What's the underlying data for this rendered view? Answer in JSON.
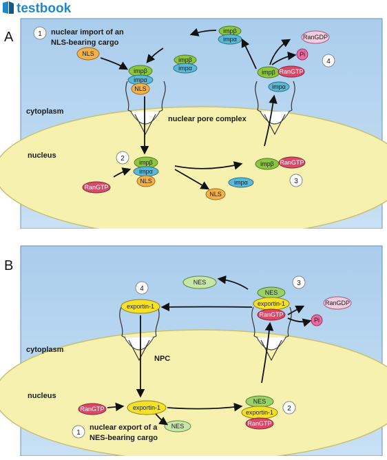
{
  "brand": {
    "name": "testbook",
    "color": "#1e88c8"
  },
  "colors": {
    "cytoplasm": "#b8d6f0",
    "nucleus": "#f7f1b0",
    "impb": "#8cc63f",
    "impa": "#5bb8d6",
    "nls": "#f3b14a",
    "rangtp": "#d94a6a",
    "rangdp": "#f2cde0",
    "exportin": "#f5e12a",
    "nes": "#9bd16b"
  },
  "panel_a": {
    "letter": "A",
    "step1_num": "1",
    "step2_num": "2",
    "step3_num": "3",
    "step4_num": "4",
    "title_line1": "nuclear import of an",
    "title_line2": "NLS-bearing cargo",
    "cytoplasm": "cytoplasm",
    "nucleus": "nucleus",
    "npc": "nuclear pore complex",
    "impb": "impβ",
    "impa": "impα",
    "nls": "NLS",
    "rangtp": "RanGTP",
    "rangdp": "RanGDP",
    "pi": "Pi"
  },
  "panel_b": {
    "letter": "B",
    "step1_num": "1",
    "step2_num": "2",
    "step3_num": "3",
    "step4_num": "4",
    "title_line1": "nuclear export of a",
    "title_line2": "NES-bearing cargo",
    "cytoplasm": "cytoplasm",
    "nucleus": "nucleus",
    "npc": "NPC",
    "exportin": "exportin-1",
    "nes": "NES",
    "rangtp": "RanGTP",
    "rangdp": "RanGDP",
    "pi": "Pi"
  }
}
